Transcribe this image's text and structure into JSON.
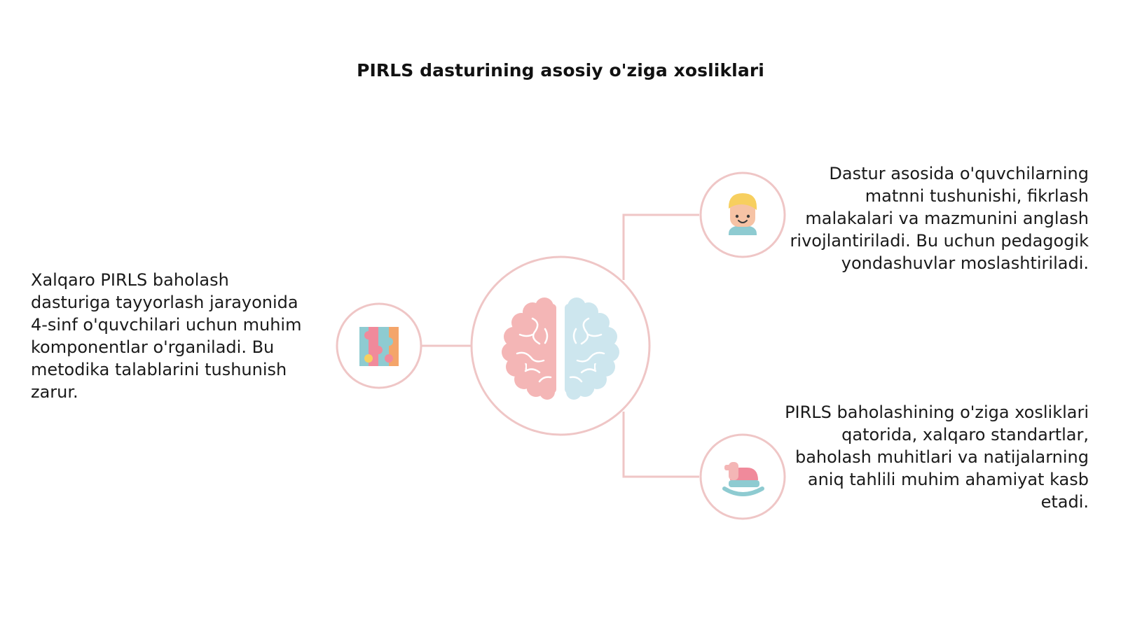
{
  "title": "PIRLS dasturining asosiy o'ziga xosliklari",
  "colors": {
    "connector": "#efc6c6",
    "brain_left": "#f4b6b6",
    "brain_right": "#cde6ee",
    "accent_teal": "#8ecbd1",
    "accent_pink": "#f08a9b",
    "accent_yellow": "#f7cf5f"
  },
  "center": {
    "icon": "brain-icon"
  },
  "nodes": [
    {
      "id": "left",
      "icon": "puzzle-icon",
      "text": "Xalqaro PIRLS baholash dasturiga tayyorlash jarayonida 4-sinf o'quvchilari uchun muhim komponentlar o'rganiladi. Bu metodika talablarini tushunish zarur."
    },
    {
      "id": "top-right",
      "icon": "child-face-icon",
      "text": "Dastur asosida o'quvchilarning matnni tushunishi, fikrlash malakalari va mazmunini anglash rivojlantiriladi. Bu uchun pedagogik yondashuvlar moslashtiriladi."
    },
    {
      "id": "bottom-right",
      "icon": "rocking-horse-icon",
      "text": "PIRLS baholashining o'ziga xosliklari qatorida, xalqaro standartlar, baholash muhitlari va natijalarning aniq tahlili muhim ahamiyat kasb etadi."
    }
  ]
}
